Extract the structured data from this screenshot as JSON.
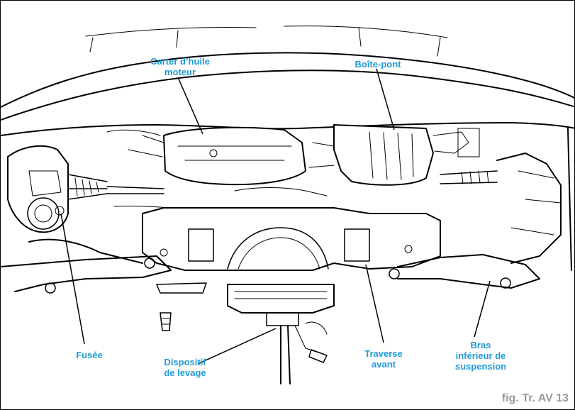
{
  "labels": {
    "carter": "Carter d’huile\nmoteur",
    "boite": "Boîte-pont",
    "fusee": "Fusée",
    "dispositif": "Dispositif\nde levage",
    "traverse": "Traverse\navant",
    "bras": "Bras\ninférieur de\nsuspension"
  },
  "caption": "fig. Tr. AV 13",
  "colors": {
    "label": "#1f9bd7",
    "caption": "#9a9a9a",
    "line_art": "#000000"
  }
}
